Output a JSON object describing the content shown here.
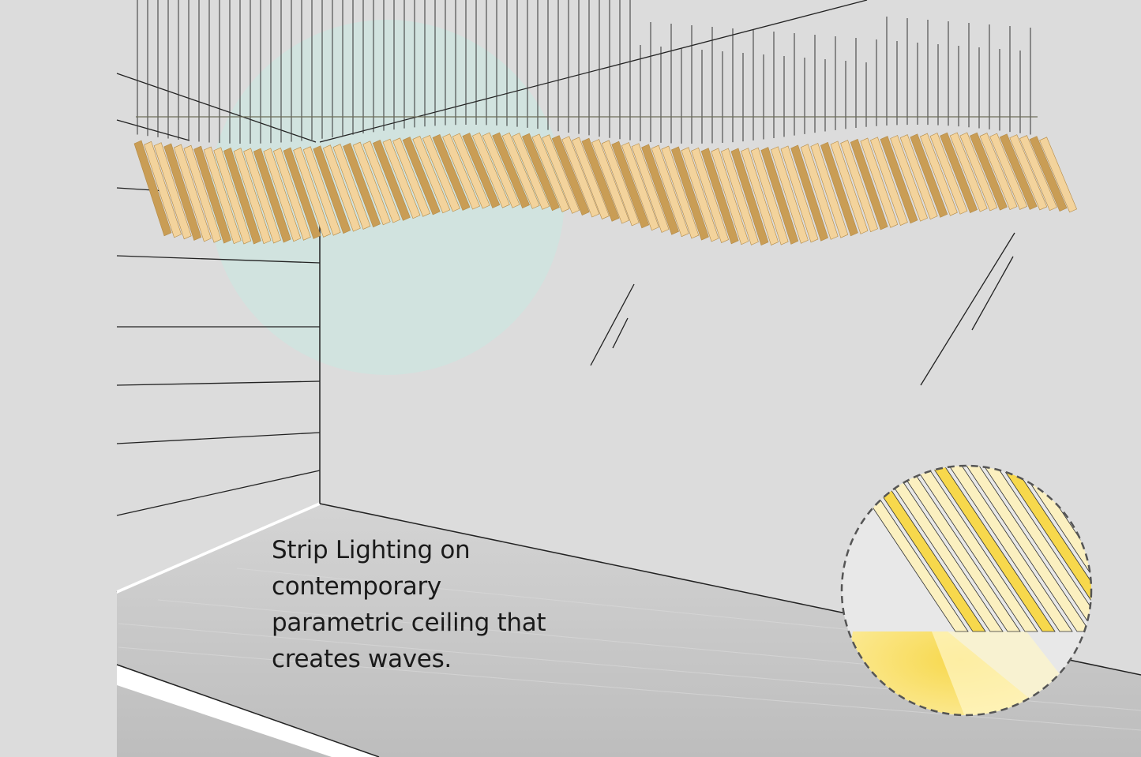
{
  "caption": {
    "line1": "Strip Lighting on",
    "line2": "contemporary",
    "line3": "parametric ceiling that",
    "line4": "creates waves."
  },
  "colors": {
    "background": "#dcdcdc",
    "wood_light": "#f3d39c",
    "wood_dark": "#c99d55",
    "glow_circle": "#cfe4df",
    "floor": "#c8c8c8",
    "light_yellow": "#f7d84c"
  }
}
